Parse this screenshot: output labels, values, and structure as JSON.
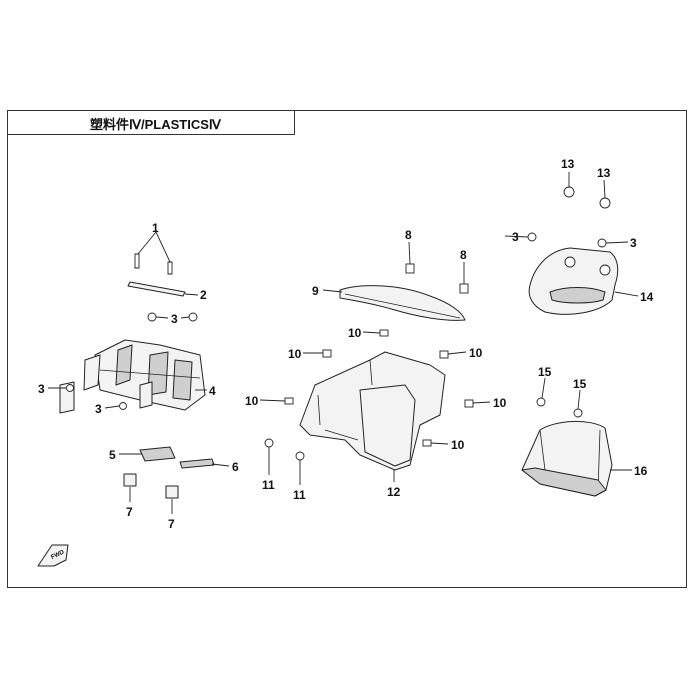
{
  "diagram": {
    "title": "塑料件Ⅳ/PLASTICSⅣ",
    "callouts": [
      "1",
      "2",
      "3",
      "3",
      "3",
      "3",
      "4",
      "5",
      "6",
      "7",
      "7",
      "8",
      "8",
      "9",
      "10",
      "10",
      "10",
      "10",
      "10",
      "10",
      "11",
      "11",
      "12",
      "3",
      "3",
      "13",
      "13",
      "14",
      "15",
      "15",
      "16"
    ],
    "direction_mark": "FWD"
  }
}
